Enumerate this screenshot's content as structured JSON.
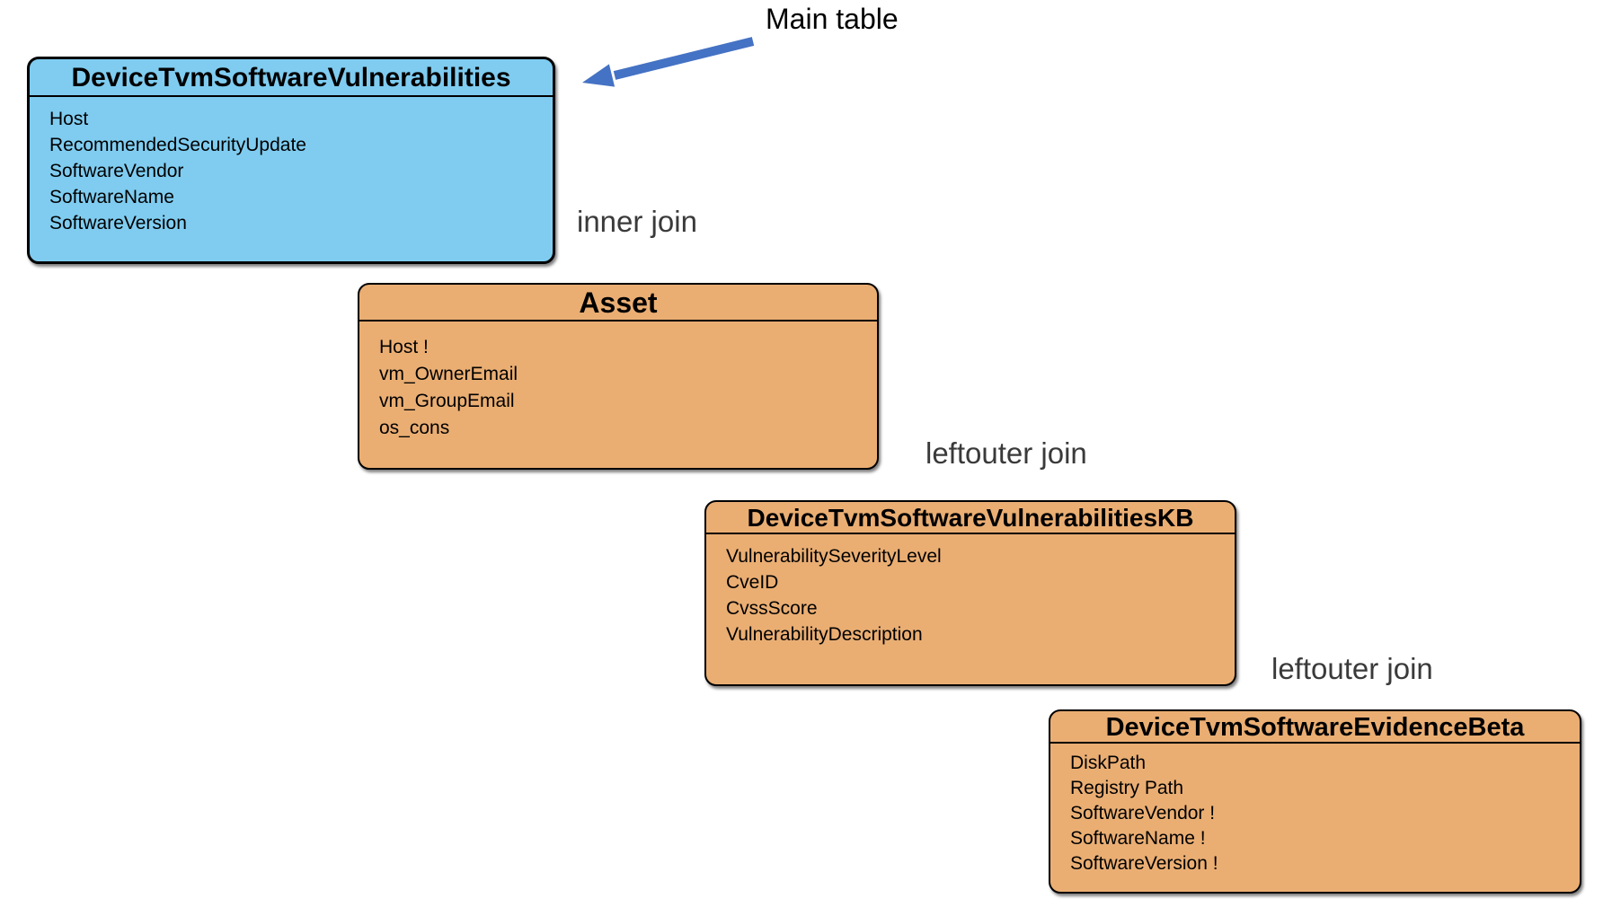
{
  "annotations": {
    "main_table_label": "Main table"
  },
  "joins": [
    {
      "label": "inner join"
    },
    {
      "label": "leftouter join"
    },
    {
      "label": "leftouter join"
    }
  ],
  "tables": [
    {
      "name": "DeviceTvmSoftwareVulnerabilities",
      "role": "main table",
      "fill": "#7FCCF0",
      "fields": [
        "Host",
        "RecommendedSecurityUpdate",
        "SoftwareVendor",
        "SoftwareName",
        "SoftwareVersion"
      ]
    },
    {
      "name": "Asset",
      "role": "joined table",
      "fill": "#EAAE73",
      "fields": [
        "Host !",
        "vm_OwnerEmail",
        "vm_GroupEmail",
        "os_cons"
      ]
    },
    {
      "name": "DeviceTvmSoftwareVulnerabilitiesKB",
      "role": "joined table",
      "fill": "#EAAE73",
      "fields": [
        "VulnerabilitySeverityLevel",
        "CveID",
        "CvssScore",
        "VulnerabilityDescription"
      ]
    },
    {
      "name": "DeviceTvmSoftwareEvidenceBeta",
      "role": "joined table",
      "fill": "#EAAE73",
      "fields": [
        "DiskPath",
        "Registry Path",
        "SoftwareVendor !",
        "SoftwareName !",
        "SoftwareVersion !"
      ]
    }
  ],
  "colors": {
    "main_table_fill": "#7FCCF0",
    "joined_table_fill": "#EAAE73",
    "border": "#000000",
    "arrow": "#4472C4"
  }
}
